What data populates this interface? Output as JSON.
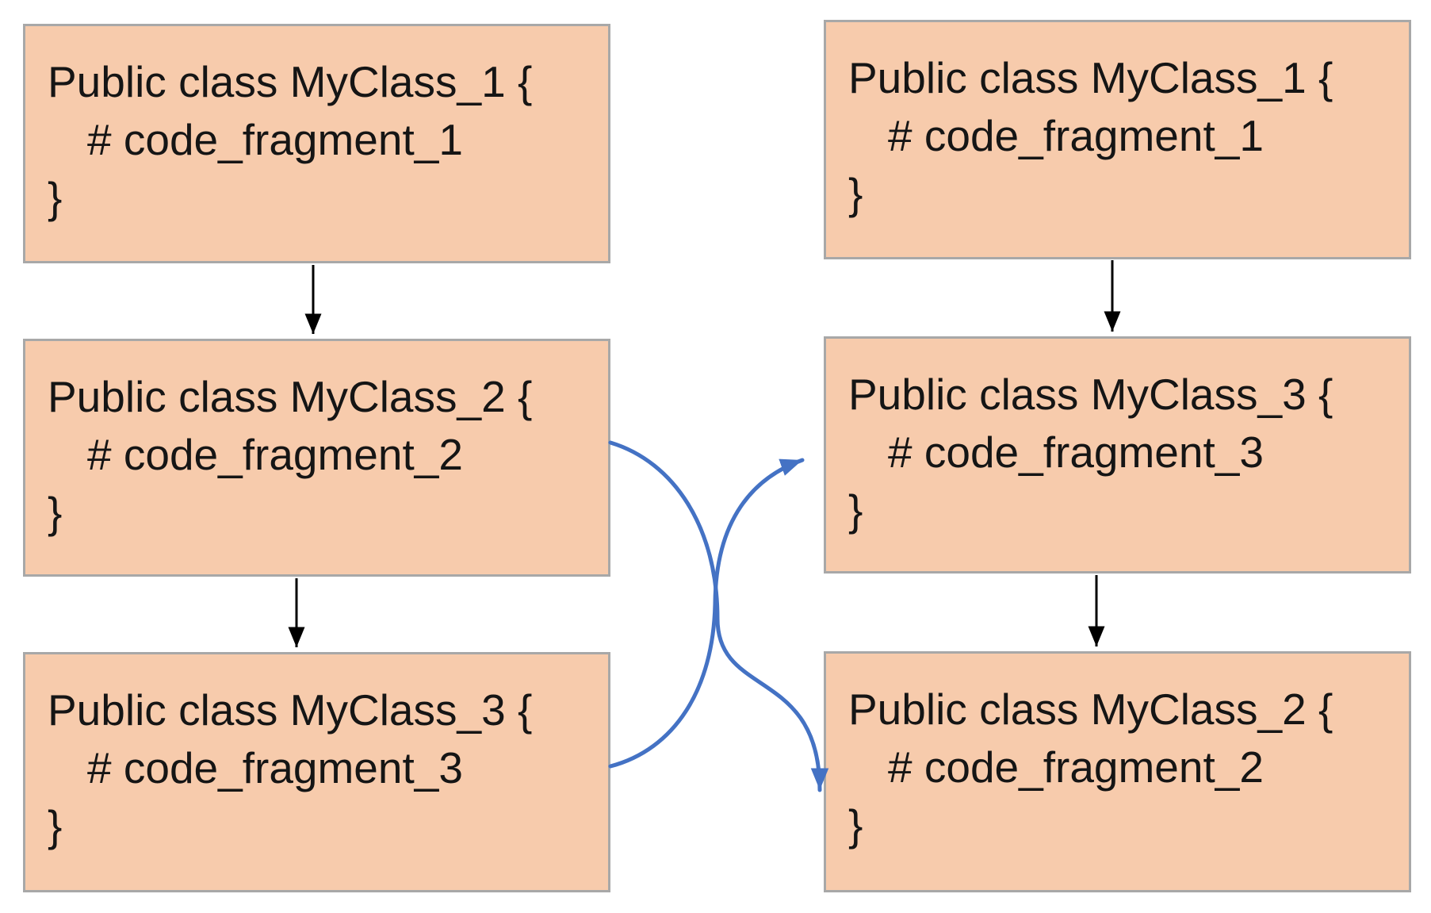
{
  "canvas": {
    "background": "#ffffff"
  },
  "colors": {
    "background": "#ffffff",
    "box_fill": "#f7cbac",
    "box_border": "#a8a8a8",
    "text": "#151515",
    "black_arrow": "#000000",
    "blue_arrow": "#4472c4"
  },
  "left_column": {
    "boxes": [
      {
        "name": "MyClass_1",
        "lines": [
          "Public class MyClass_1 {",
          "# code_fragment_1",
          "}"
        ]
      },
      {
        "name": "MyClass_2",
        "lines": [
          "Public class MyClass_2 {",
          "# code_fragment_2",
          "}"
        ]
      },
      {
        "name": "MyClass_3",
        "lines": [
          "Public class MyClass_3 {",
          "# code_fragment_3",
          "}"
        ]
      }
    ]
  },
  "right_column": {
    "boxes": [
      {
        "name": "MyClass_1",
        "lines": [
          "Public class MyClass_1 {",
          "# code_fragment_1",
          "}"
        ]
      },
      {
        "name": "MyClass_3",
        "lines": [
          "Public class MyClass_3 {",
          "# code_fragment_3",
          "}"
        ]
      },
      {
        "name": "MyClass_2",
        "lines": [
          "Public class MyClass_2 {",
          "# code_fragment_2",
          "}"
        ]
      }
    ]
  },
  "arrows": {
    "left_flow": [
      "MyClass_1 -> MyClass_2",
      "MyClass_2 -> MyClass_3"
    ],
    "right_flow": [
      "MyClass_1 -> MyClass_3",
      "MyClass_3 -> MyClass_2"
    ],
    "swap": [
      "left MyClass_3 -> right MyClass_3",
      "left MyClass_2 -> right MyClass_2"
    ]
  }
}
